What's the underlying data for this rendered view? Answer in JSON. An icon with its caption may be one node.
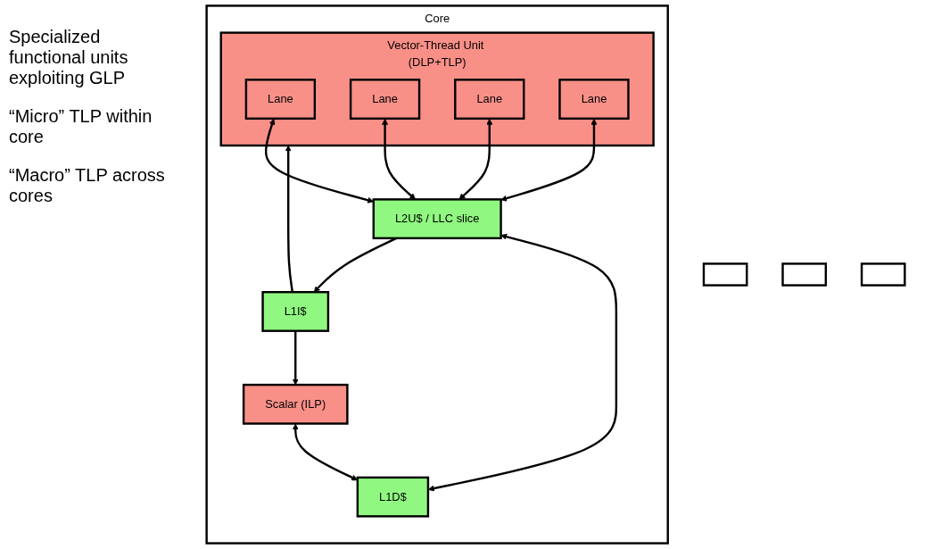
{
  "diagram": {
    "nodes": [
      {
        "text": [],
        "shape": "box"
      },
      {
        "text": [],
        "shape": "box"
      },
      {
        "text": [],
        "shape": "box"
      },
      {
        "text": [
          "Core"
        ]
      },
      {
        "text": [
          "L1I$"
        ],
        "in": 3
      },
      {
        "text": [
          "Scalar (ILP)"
        ],
        "in": 3
      },
      {
        "text": [
          "L1D$"
        ],
        "in": 3
      },
      {
        "text": [
          "Vector-Thread Unit (DLP+TLP)"
        ],
        "in": 3
      },
      {
        "text": [
          "Lane"
        ],
        "in": 7
      },
      {
        "text": [
          "Lane"
        ],
        "in": 7
      },
      {
        "text": [
          "Lane"
        ],
        "in": 7
      },
      {
        "text": [
          "Lane"
        ],
        "in": 7
      },
      {
        "text": [
          "L2U$ / LLC slice"
        ],
        "in": 3
      }
    ],
    "edges": [
      {
        "from": 12,
        "to": 4,
        "arrow": "to"
      },
      {
        "from": 4,
        "to": 5,
        "arrow": "to"
      },
      {
        "from": 4,
        "to": 7,
        "arrow": "to"
      },
      {
        "from": 5,
        "to": 6,
        "arrow": "both"
      },
      {
        "from": 6,
        "to": 12,
        "arrow": "both"
      },
      {
        "from": 8,
        "to": 12,
        "arrow": "both"
      },
      {
        "from": 9,
        "to": 12,
        "arrow": "both"
      },
      {
        "from": 10,
        "to": 12,
        "arrow": "both"
      },
      {
        "from": 11,
        "to": 12,
        "arrow": "both"
      }
    ],
    "labels": [
      "Specialized functional units exploiting GLP",
      "“Micro” TLP within core",
      "“Macro” TLP across cores"
    ]
  }
}
